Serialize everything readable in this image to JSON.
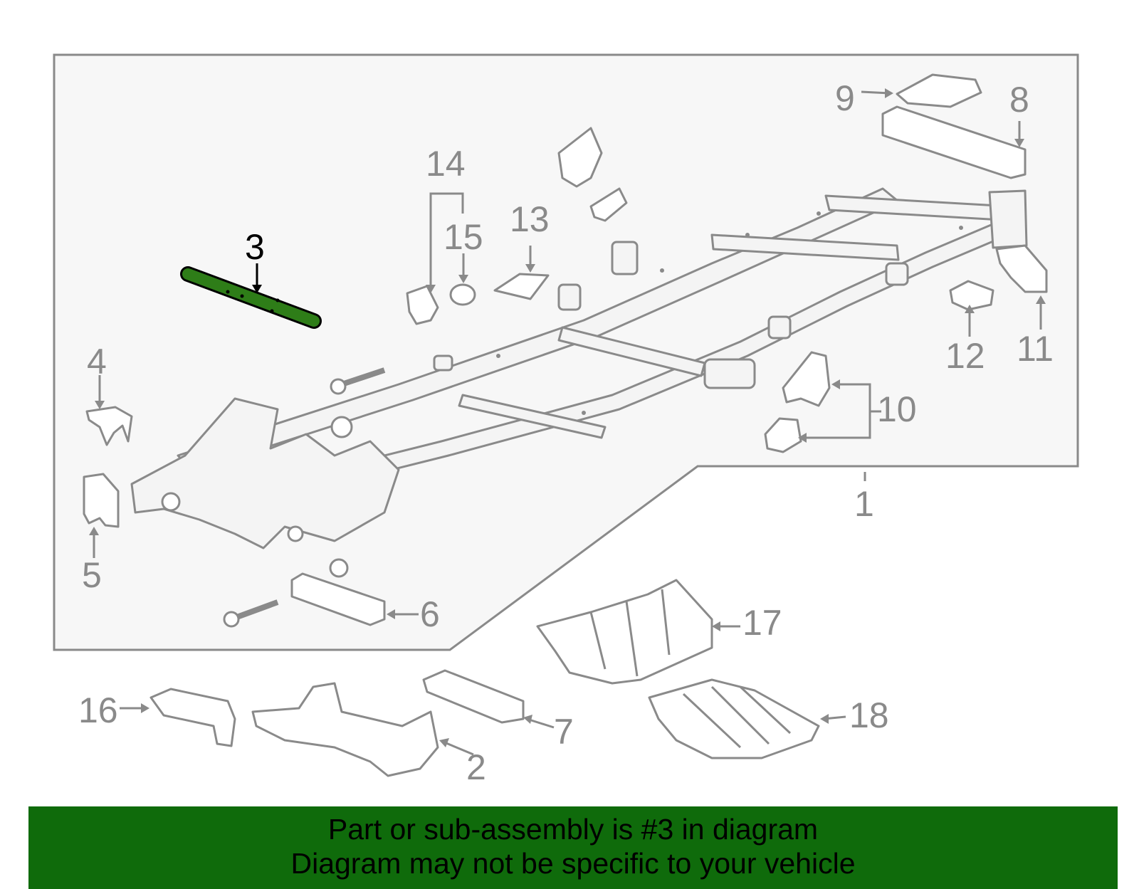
{
  "diagram": {
    "highlight_color": "#2e7d18",
    "callouts": [
      "1",
      "2",
      "3",
      "4",
      "5",
      "6",
      "7",
      "8",
      "9",
      "10",
      "11",
      "12",
      "13",
      "14",
      "15",
      "16",
      "17",
      "18"
    ],
    "highlighted_callout": "3"
  },
  "banner": {
    "line1": "Part or sub-assembly is #3 in diagram",
    "line2": "Diagram may not be specific to your vehicle",
    "background": "#0f6b0b"
  }
}
